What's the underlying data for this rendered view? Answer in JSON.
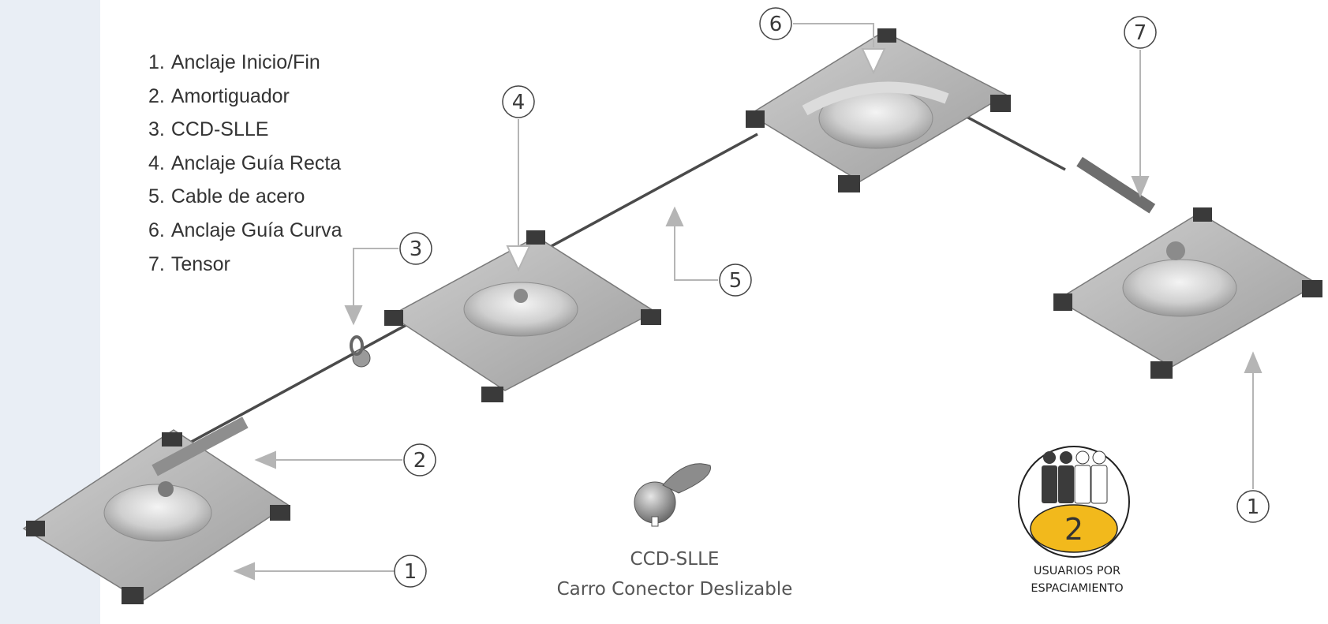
{
  "legend": {
    "items": [
      {
        "num": "1.",
        "label": "Anclaje Inicio/Fin"
      },
      {
        "num": "2.",
        "label": "Amortiguador"
      },
      {
        "num": "3.",
        "label": "CCD-SLLE"
      },
      {
        "num": "4.",
        "label": "Anclaje Guía Recta"
      },
      {
        "num": "5.",
        "label": "Cable de acero"
      },
      {
        "num": "6.",
        "label": "Anclaje Guía Curva"
      },
      {
        "num": "7.",
        "label": "Tensor"
      }
    ]
  },
  "callouts": {
    "c1a": "1",
    "c1b": "1",
    "c2": "2",
    "c3": "3",
    "c4": "4",
    "c5": "5",
    "c6": "6",
    "c7": "7"
  },
  "ccd": {
    "title": "CCD-SLLE",
    "subtitle": "Carro Conector Deslizable"
  },
  "users": {
    "count": "2",
    "line1": "USUARIOS POR",
    "line2": "ESPACIAMIENTO"
  },
  "colors": {
    "side_panel": "#e9eef5",
    "badge_yellow": "#f2b91c",
    "arrow_gray": "#b5b5b5",
    "plate_gray": "#b9b9b9"
  }
}
